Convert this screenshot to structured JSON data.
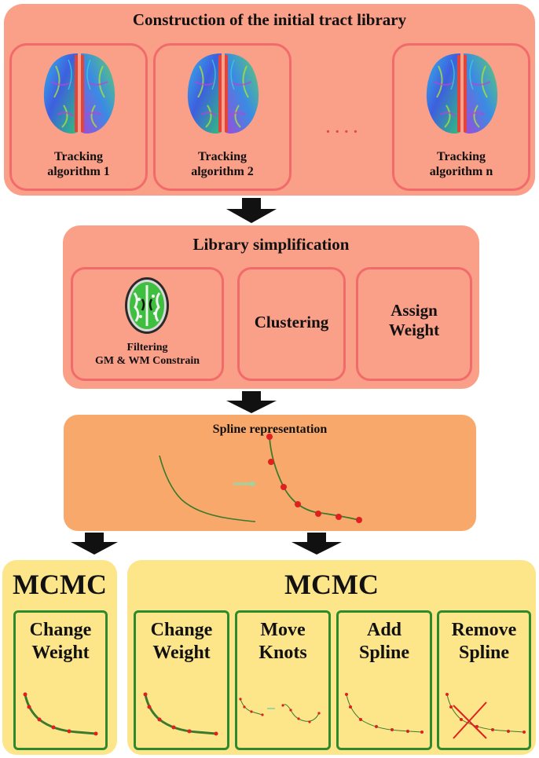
{
  "stage1": {
    "title": "Construction of the initial tract library",
    "cards": [
      {
        "label": "Tracking\nalgorithm 1"
      },
      {
        "label": "Tracking\nalgorithm 2"
      },
      {
        "label": "Tracking\nalgorithm n"
      }
    ],
    "ellipsis": "· · · ·"
  },
  "stage2": {
    "title": "Library simplification",
    "boxes": [
      {
        "label": "Filtering\nGM & WM Constrain"
      },
      {
        "label": "Clustering"
      },
      {
        "label": "Assign\nWeight"
      }
    ]
  },
  "stage3": {
    "title": "Spline representation"
  },
  "stage4_left": {
    "title": "MCMC",
    "box": {
      "label": "Change\nWeight"
    }
  },
  "stage4_right": {
    "title": "MCMC",
    "boxes": [
      {
        "label": "Change\nWeight"
      },
      {
        "label": "Move\nKnots"
      },
      {
        "label": "Add\nSpline"
      },
      {
        "label": "Remove\nSpline"
      }
    ]
  },
  "colors": {
    "salmon_panel": "#fa9f88",
    "orange_panel": "#f9a86c",
    "yellow_panel": "#fde58a",
    "red_border": "#f26b6b",
    "green_border": "#2f8a2f",
    "knot": "#e02020",
    "curve": "#3a7a2a"
  },
  "icons": [
    "brain-tractography-icon",
    "brain-slice-icon",
    "arrow-down-icon",
    "red-x-icon"
  ]
}
